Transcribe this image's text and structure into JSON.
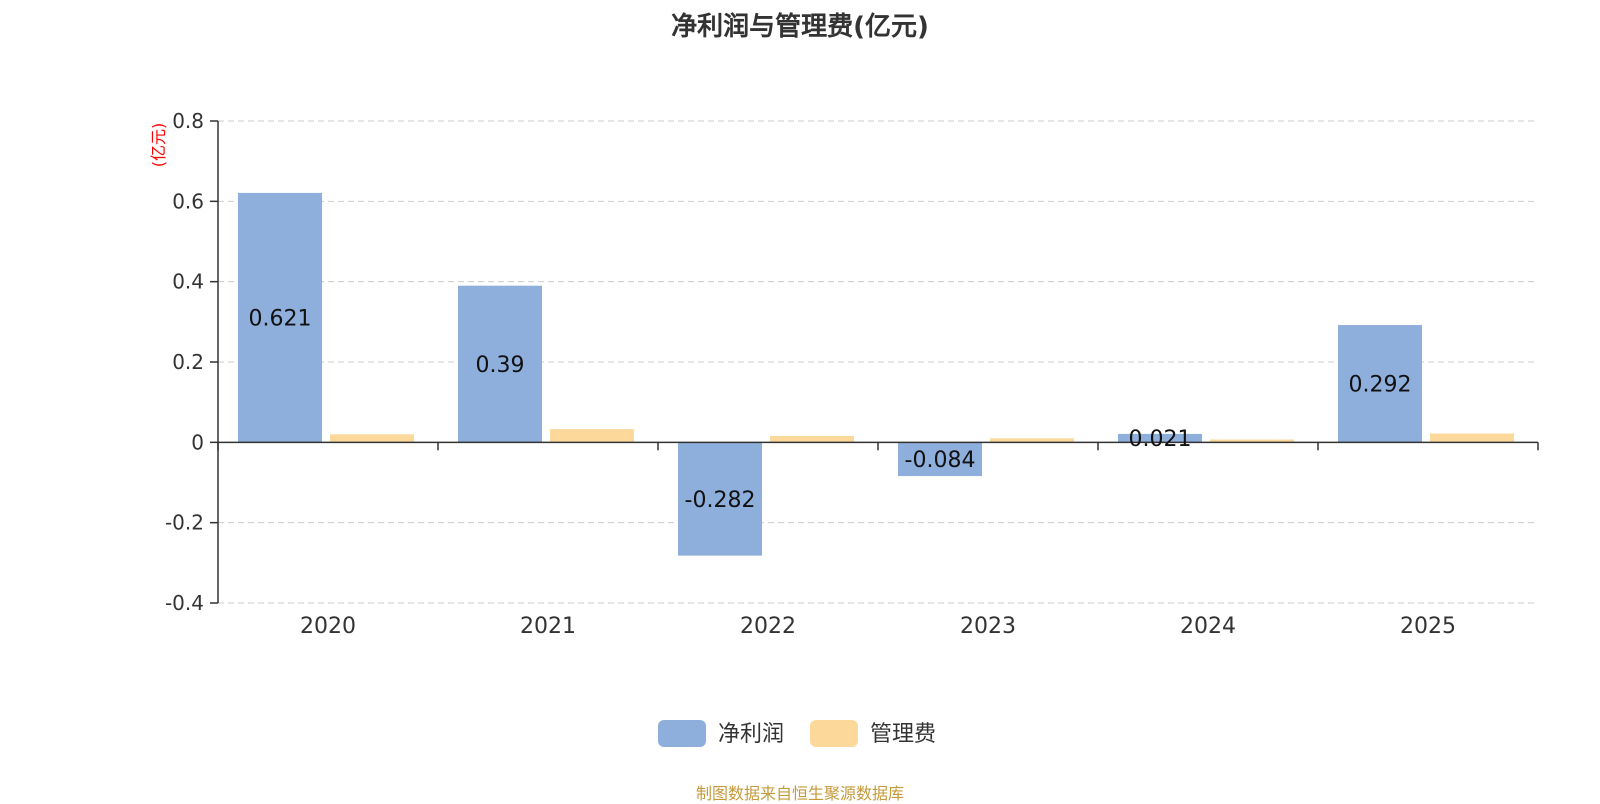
{
  "chart_data": {
    "type": "bar",
    "title": "净利润与管理费(亿元)",
    "ylabel": "(亿元)",
    "categories": [
      "2020",
      "2021",
      "2022",
      "2023",
      "2024",
      "2025"
    ],
    "series": [
      {
        "name": "净利润",
        "values": [
          0.621,
          0.39,
          -0.282,
          -0.084,
          0.021,
          0.292
        ],
        "color": "#8eaedc",
        "data_labels": true
      },
      {
        "name": "管理费",
        "values": [
          0.02,
          0.033,
          0.016,
          0.01,
          0.007,
          0.022
        ],
        "color": "#fcd99a",
        "data_labels": false
      }
    ],
    "ylim": [
      -0.4,
      0.8
    ],
    "yticks": [
      -0.4,
      -0.2,
      0,
      0.2,
      0.4,
      0.6,
      0.8
    ],
    "ytick_labels": [
      "-0.4",
      "-0.2",
      "0",
      "0.2",
      "0.4",
      "0.6",
      "0.8"
    ],
    "grid": true,
    "legend_position": "bottom"
  },
  "footer": {
    "source_text": "制图数据来自恒生聚源数据库"
  }
}
